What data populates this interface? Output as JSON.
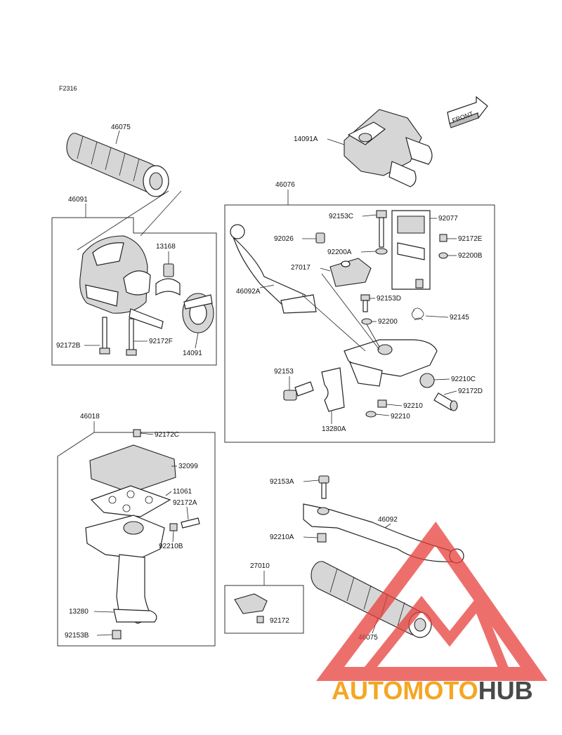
{
  "figure_code": "F2316",
  "front_label": "FRONT",
  "callouts": {
    "c46075_top": "46075",
    "c46091": "46091",
    "c13168": "13168",
    "c92172B": "92172B",
    "c92172F": "92172F",
    "c14091": "14091",
    "c14091A": "14091A",
    "c46076": "46076",
    "c92153C": "92153C",
    "c92077": "92077",
    "c92026": "92026",
    "c92200A": "92200A",
    "c92172E": "92172E",
    "c92200B": "92200B",
    "c27017": "27017",
    "c46092A": "46092A",
    "c92153D": "92153D",
    "c92145": "92145",
    "c92200": "92200",
    "c92153": "92153",
    "c92210C": "92210C",
    "c92172D": "92172D",
    "c92210_a": "92210",
    "c92210_b": "92210",
    "c13280A": "13280A",
    "c46018": "46018",
    "c92172C": "92172C",
    "c32099": "32099",
    "c11061": "11061",
    "c92172A": "92172A",
    "c92210B": "92210B",
    "c13280": "13280",
    "c92153B": "92153B",
    "c92153A": "92153A",
    "c46092": "46092",
    "c92210A": "92210A",
    "c27010": "27010",
    "c92172": "92172",
    "c46075_bottom": "46075"
  },
  "watermark": {
    "part1": "AUTO",
    "part2": "MOTO",
    "part3": "HUB",
    "color1": "#f5a623",
    "color2": "#f5a623",
    "color3": "#4a4a4a",
    "triangle_color": "#e8403c"
  }
}
